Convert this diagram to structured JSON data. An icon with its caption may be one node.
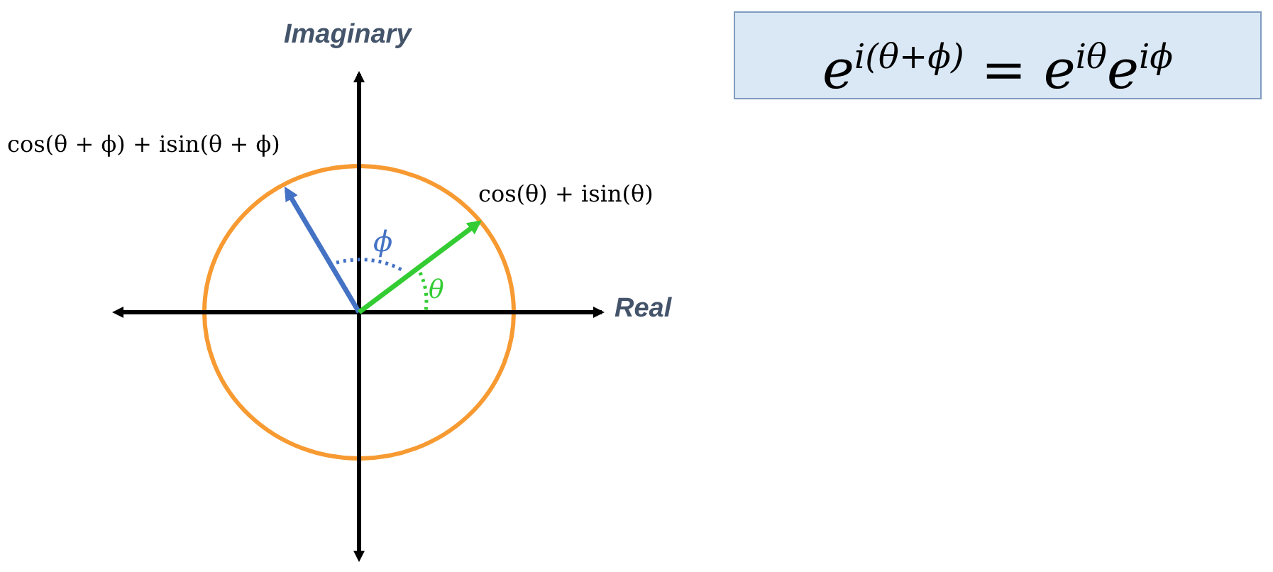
{
  "diagram": {
    "nodes": [
      {
        "text": [
          "e$^{i(θ+ϕ)}$ = e$^{iθ}$e$^{iϕ}$"
        ]
      }
    ],
    "labels": [
      "Imaginary",
      "cos(θ + ϕ) + isin(θ + ϕ)",
      "cos(θ) + isin(θ)",
      "ϕ",
      "θ",
      "Real"
    ]
  }
}
